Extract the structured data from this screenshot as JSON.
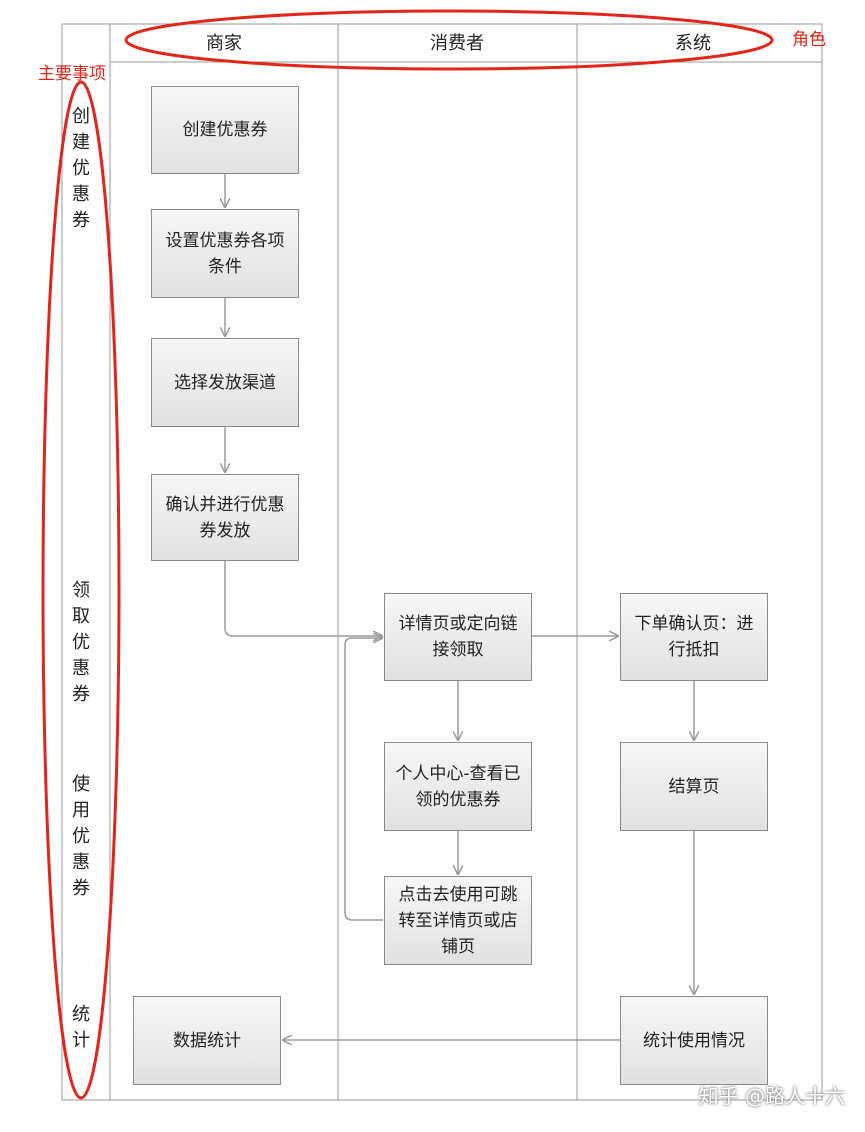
{
  "annotations": {
    "roles": "角色",
    "main_items": "主要事项"
  },
  "lanes": [
    "商家",
    "消费者",
    "系统"
  ],
  "phases": [
    "创建优惠券",
    "领取优惠券",
    "使用优惠券",
    "统计"
  ],
  "nodes": {
    "create": "创建优惠券",
    "settings": "设置优惠券各项条件",
    "channel": "选择发放渠道",
    "confirm_issue": "确认并进行优惠券发放",
    "detail_claim": "详情页或定向链接领取",
    "personal_center": "个人中心-查看已领的优惠券",
    "click_use": "点击去使用可跳转至详情页或店铺页",
    "order_confirm": "下单确认页：进行抵扣",
    "checkout": "结算页",
    "usage_stats": "统计使用情况",
    "data_stats": "数据统计"
  },
  "watermark": "知乎 @路人十六",
  "colors": {
    "annotation": "#e2261b",
    "line": "#8a8a8a",
    "arrow": "#9a9a9a"
  }
}
